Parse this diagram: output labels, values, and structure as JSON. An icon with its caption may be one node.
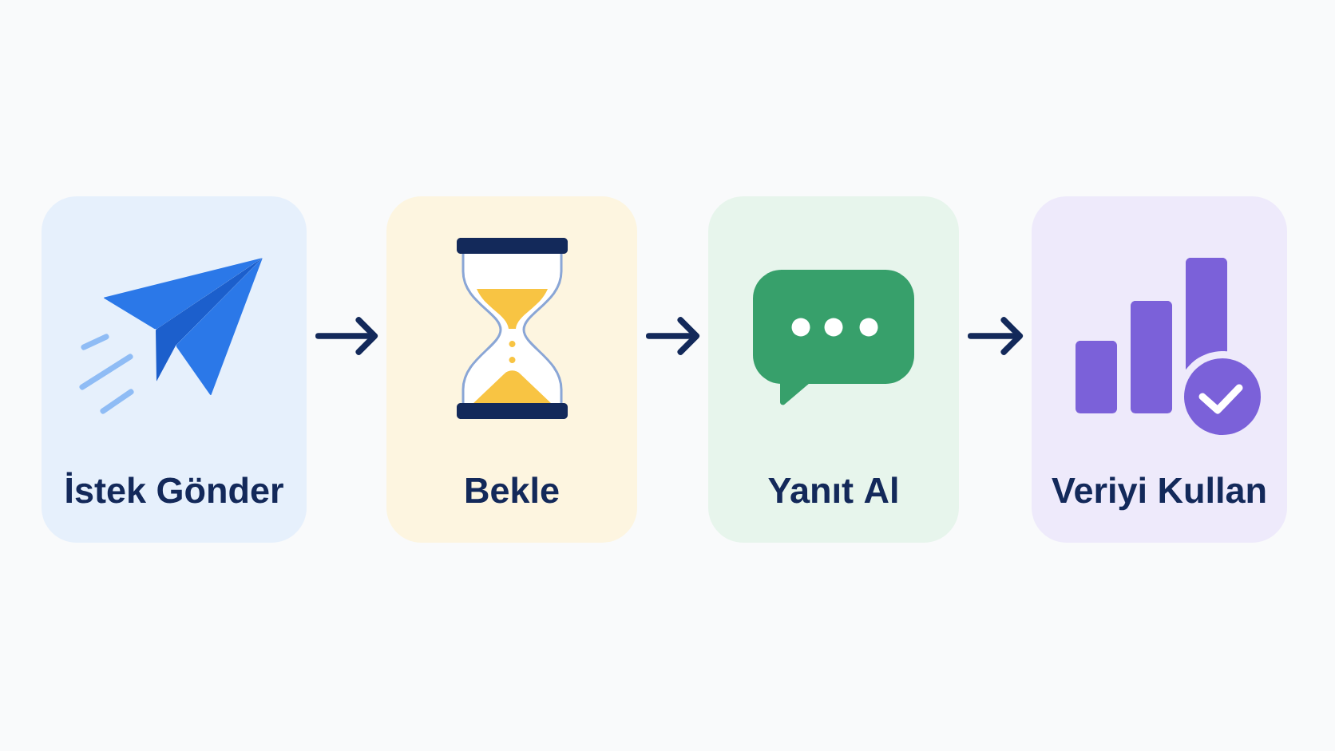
{
  "diagram": {
    "nodes": [
      {
        "text": [
          "İstek Gönder"
        ]
      },
      {
        "text": [
          "Bekle"
        ]
      },
      {
        "text": [
          "Yanıt Al"
        ]
      },
      {
        "text": [
          "Veriyi Kullan"
        ]
      }
    ],
    "edges": [
      {
        "from": 0,
        "to": 1,
        "arrow": "to"
      },
      {
        "from": 1,
        "to": 2,
        "arrow": "to"
      },
      {
        "from": 2,
        "to": 3,
        "arrow": "to"
      }
    ]
  }
}
